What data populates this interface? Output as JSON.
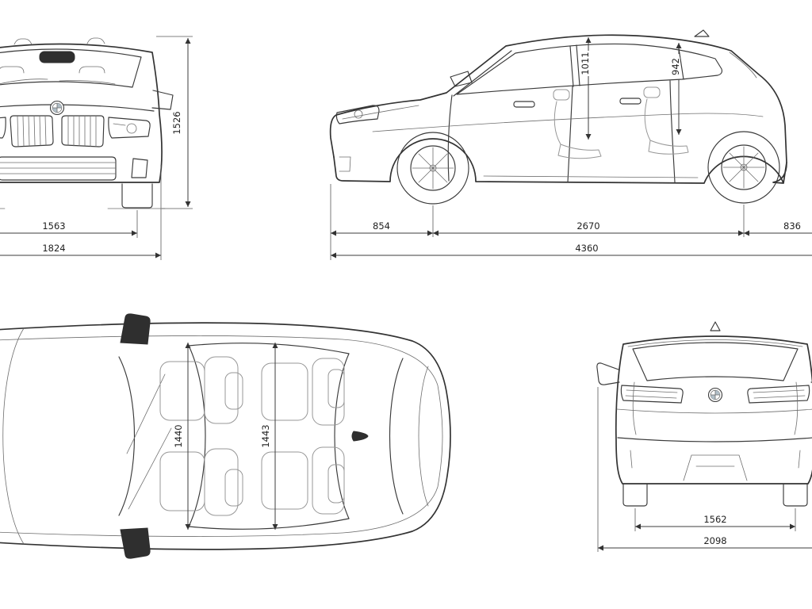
{
  "colors": {
    "background": "#ffffff",
    "line": "#3a3a3a",
    "light_line": "#6e6e6e",
    "dimension": "#3c3c3c"
  },
  "front_view": {
    "height": "1526",
    "track_width": "1563",
    "overall_width": "1824"
  },
  "side_view": {
    "interior_height_front": "1011",
    "interior_height_rear": "942",
    "front_overhang": "854",
    "wheelbase": "2670",
    "rear_overhang": "836",
    "overall_length": "4360"
  },
  "top_view": {
    "interior_width_front": "1440",
    "interior_width_rear": "1443"
  },
  "rear_view": {
    "track_width": "1562",
    "overall_width_mirrors": "2098"
  }
}
